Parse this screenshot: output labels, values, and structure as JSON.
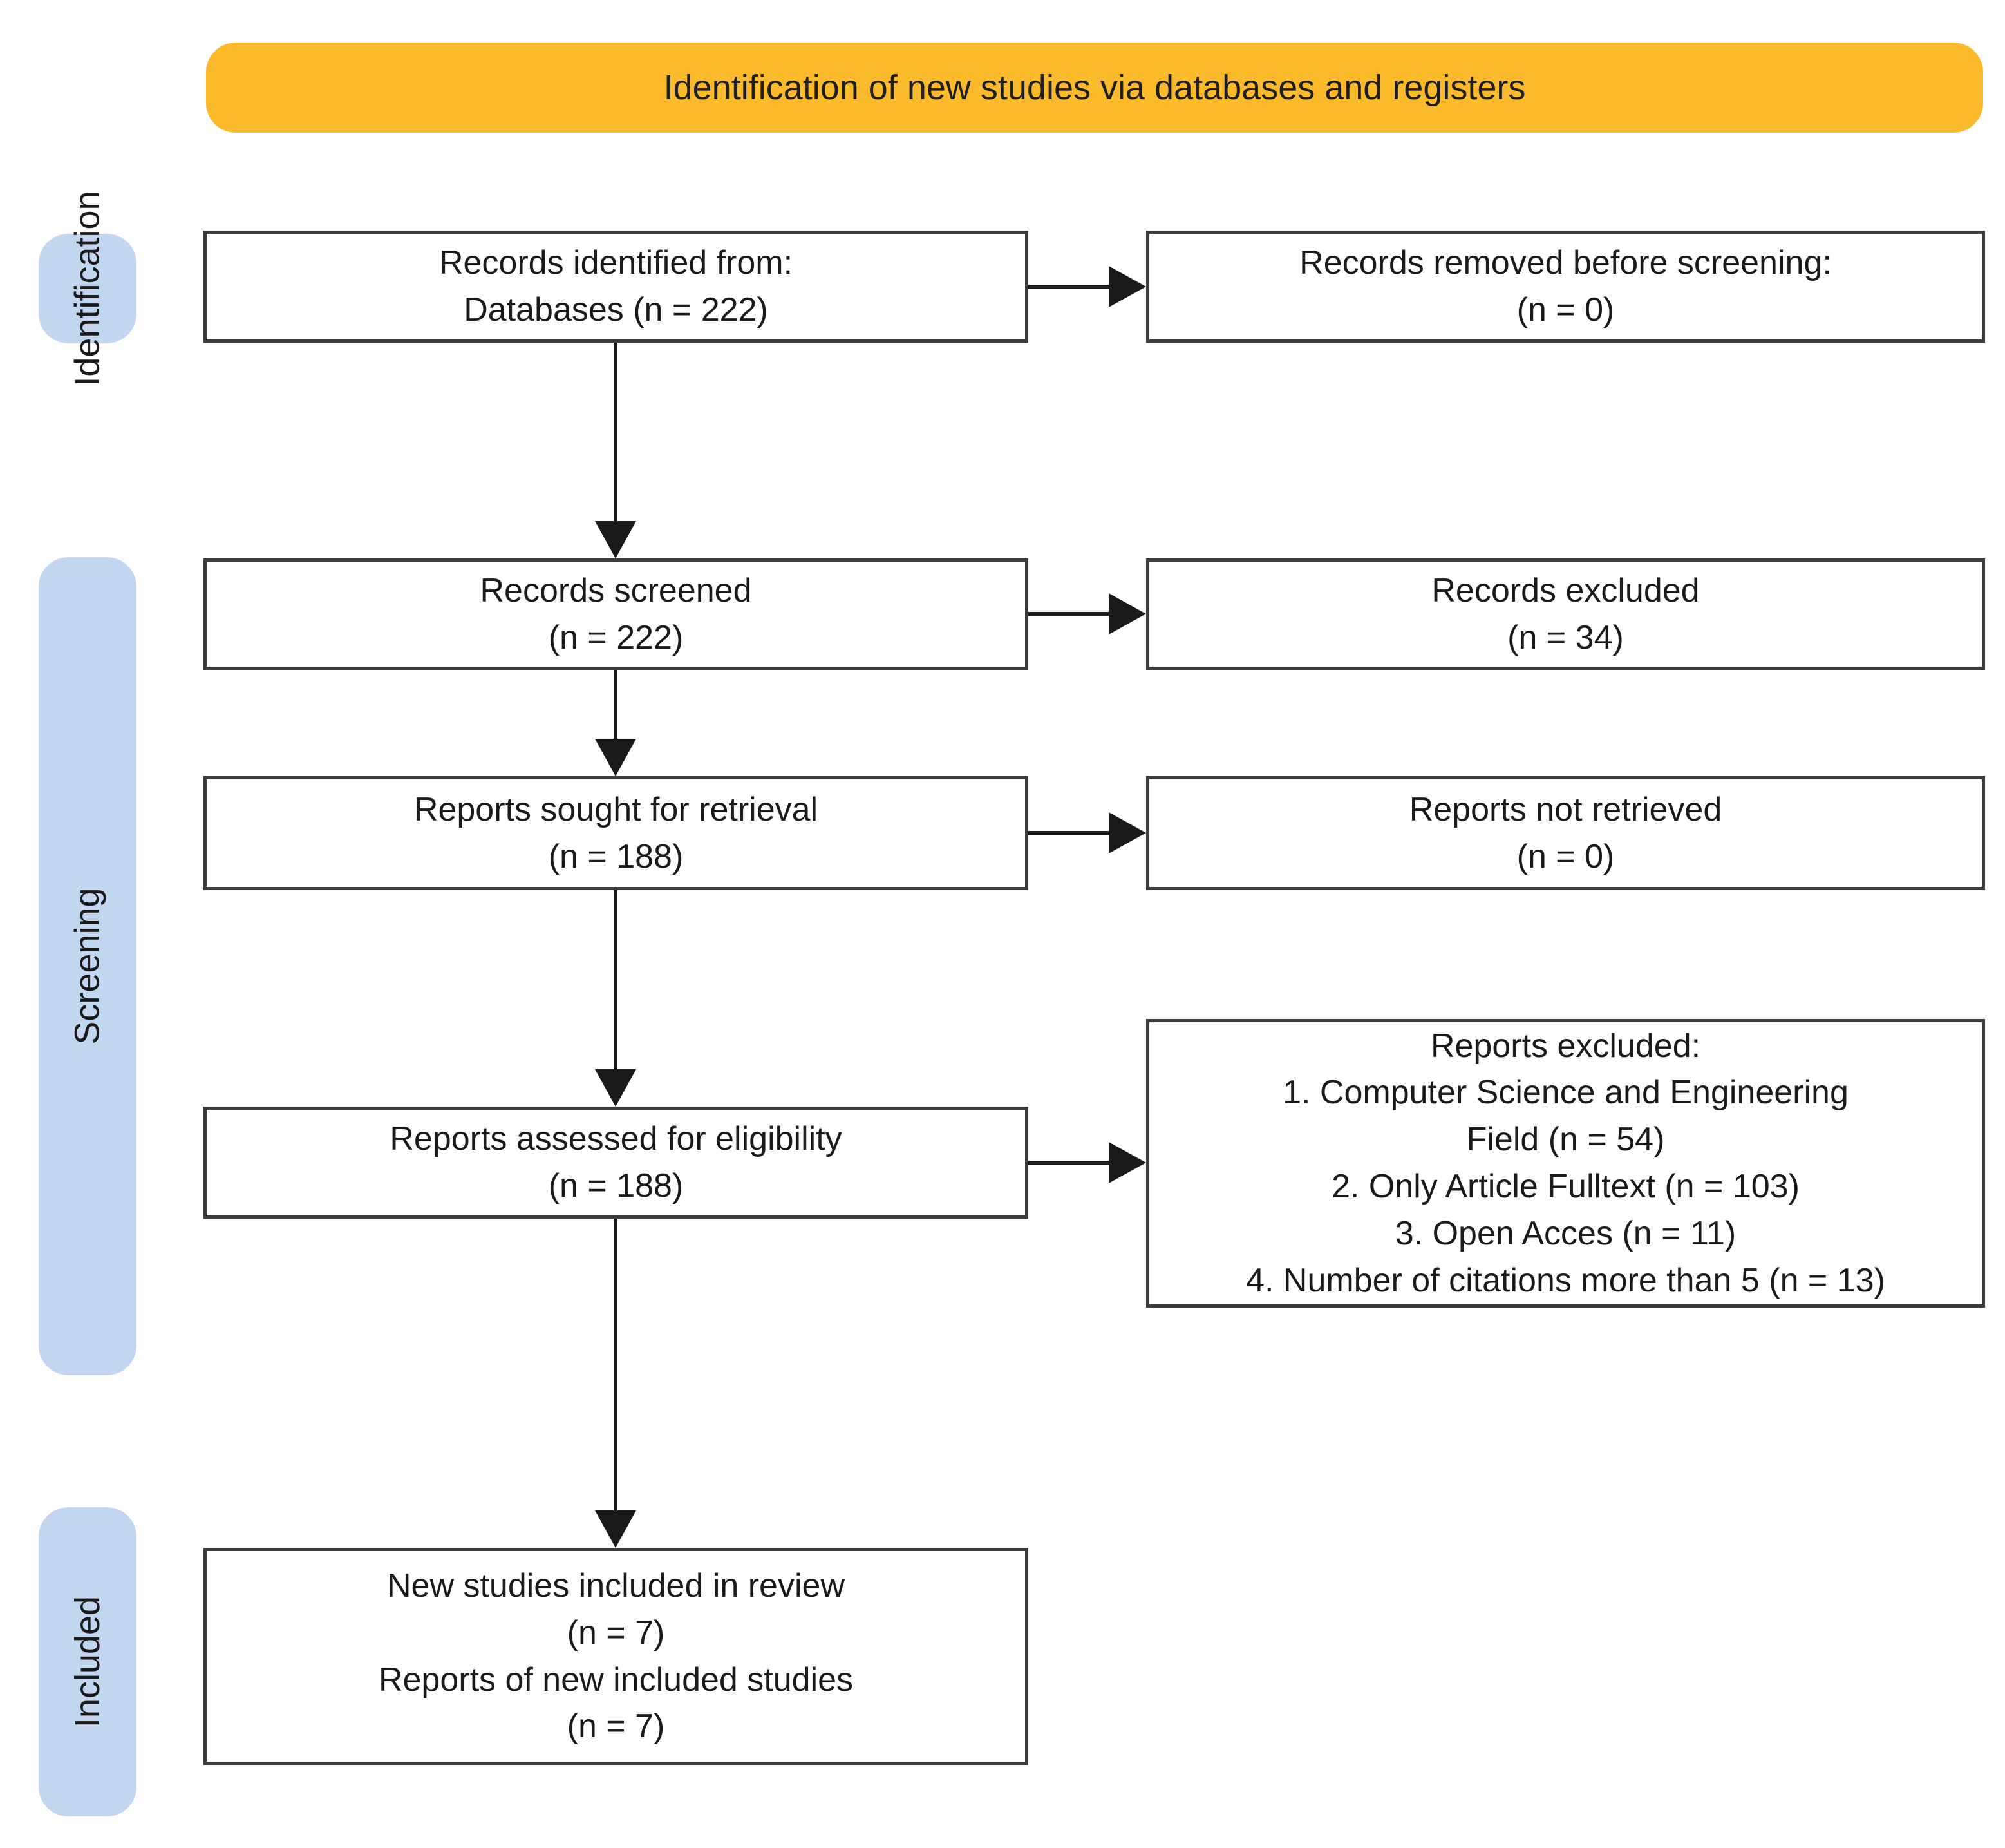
{
  "banner": {
    "title": "Identification of new studies via databases and registers"
  },
  "stages": [
    {
      "label": "Identification"
    },
    {
      "label": "Screening"
    },
    {
      "label": "Included"
    }
  ],
  "boxes": {
    "identified": {
      "lines": [
        "Records identified from:",
        "Databases (n = 222)"
      ]
    },
    "removed_before_screening": {
      "lines": [
        "Records removed before screening:",
        "(n = 0)"
      ]
    },
    "screened": {
      "lines": [
        "Records screened",
        "(n = 222)"
      ]
    },
    "records_excluded": {
      "lines": [
        "Records excluded",
        "(n = 34)"
      ]
    },
    "sought": {
      "lines": [
        "Reports sought for retrieval",
        "(n = 188)"
      ]
    },
    "not_retrieved": {
      "lines": [
        "Reports not retrieved",
        "(n = 0)"
      ]
    },
    "assessed": {
      "lines": [
        "Reports assessed for eligibility",
        "(n = 188)"
      ]
    },
    "reports_excluded": {
      "lines": [
        "Reports excluded:",
        "1. Computer Science and Engineering",
        "Field (n = 54)",
        "2. Only Article Fulltext (n = 103)",
        "3. Open Acces (n = 11)",
        "4. Number of citations more than 5 (n = 13)"
      ]
    },
    "new_studies": {
      "lines": [
        "New studies included in review",
        "(n = 7)",
        "Reports of new included studies",
        "(n = 7)"
      ]
    }
  },
  "colors": {
    "banner_bg": "#FBB92C",
    "stage_bg": "#C3D6F0",
    "box_border": "#3D3D3D",
    "arrow": "#1A1A1A",
    "text": "#1A1A1A"
  }
}
